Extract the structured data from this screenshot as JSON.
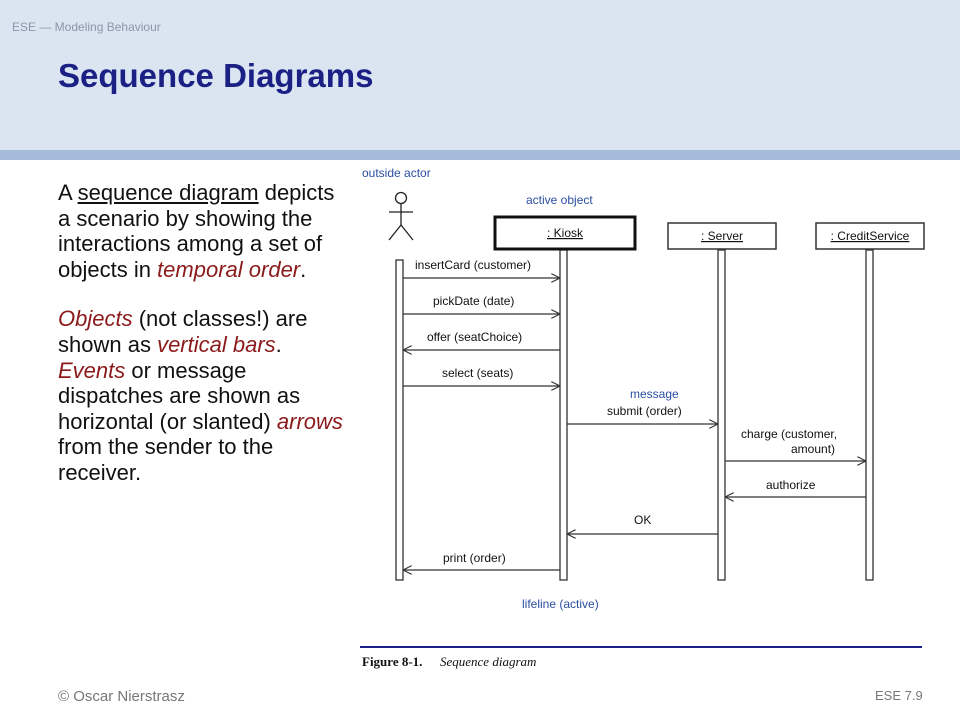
{
  "header": {
    "course": "ESE — Modeling Behaviour",
    "title": "Sequence Diagrams"
  },
  "body": {
    "p1": {
      "a": "A ",
      "term": "sequence diagram",
      "b": " depicts a scenario by showing the interactions among a set of objects in ",
      "emph": "temporal order",
      "c": "."
    },
    "p2": {
      "objects": "Objects",
      "t1": " (not classes!) are shown as ",
      "vbars": "vertical bars",
      "t2": ". ",
      "events": "Events",
      "t3": " or message dispatches are shown as horizontal (or slanted) ",
      "arrows": "arrows",
      "t4": " from the sender to the receiver."
    }
  },
  "diagram": {
    "annotations": {
      "outside_actor": "outside actor",
      "active_object": "active object",
      "message": "message",
      "lifeline": "lifeline (active)"
    },
    "objects": [
      ": Kiosk",
      ": Server",
      ": CreditService"
    ],
    "messages": [
      {
        "label": "insertCard (customer)"
      },
      {
        "label": "pickDate (date)"
      },
      {
        "label": "offer (seatChoice)"
      },
      {
        "label": "select (seats)"
      },
      {
        "label": "submit (order)"
      },
      {
        "label_line1": "charge (customer,",
        "label_line2": "amount)"
      },
      {
        "label": "authorize"
      },
      {
        "label": "OK"
      },
      {
        "label": "print (order)"
      }
    ],
    "caption": {
      "figure": "Figure 8-1.",
      "text": "Sequence diagram"
    }
  },
  "footer": {
    "author": "© Oscar Nierstrasz",
    "page": "ESE 7.9"
  },
  "colors": {
    "title": "#1b2085",
    "emphasis": "#8b1a1a",
    "annotation": "#2b4ea2",
    "header_bg": "#dbe5f1",
    "header_bar": "#a4bcd9"
  }
}
